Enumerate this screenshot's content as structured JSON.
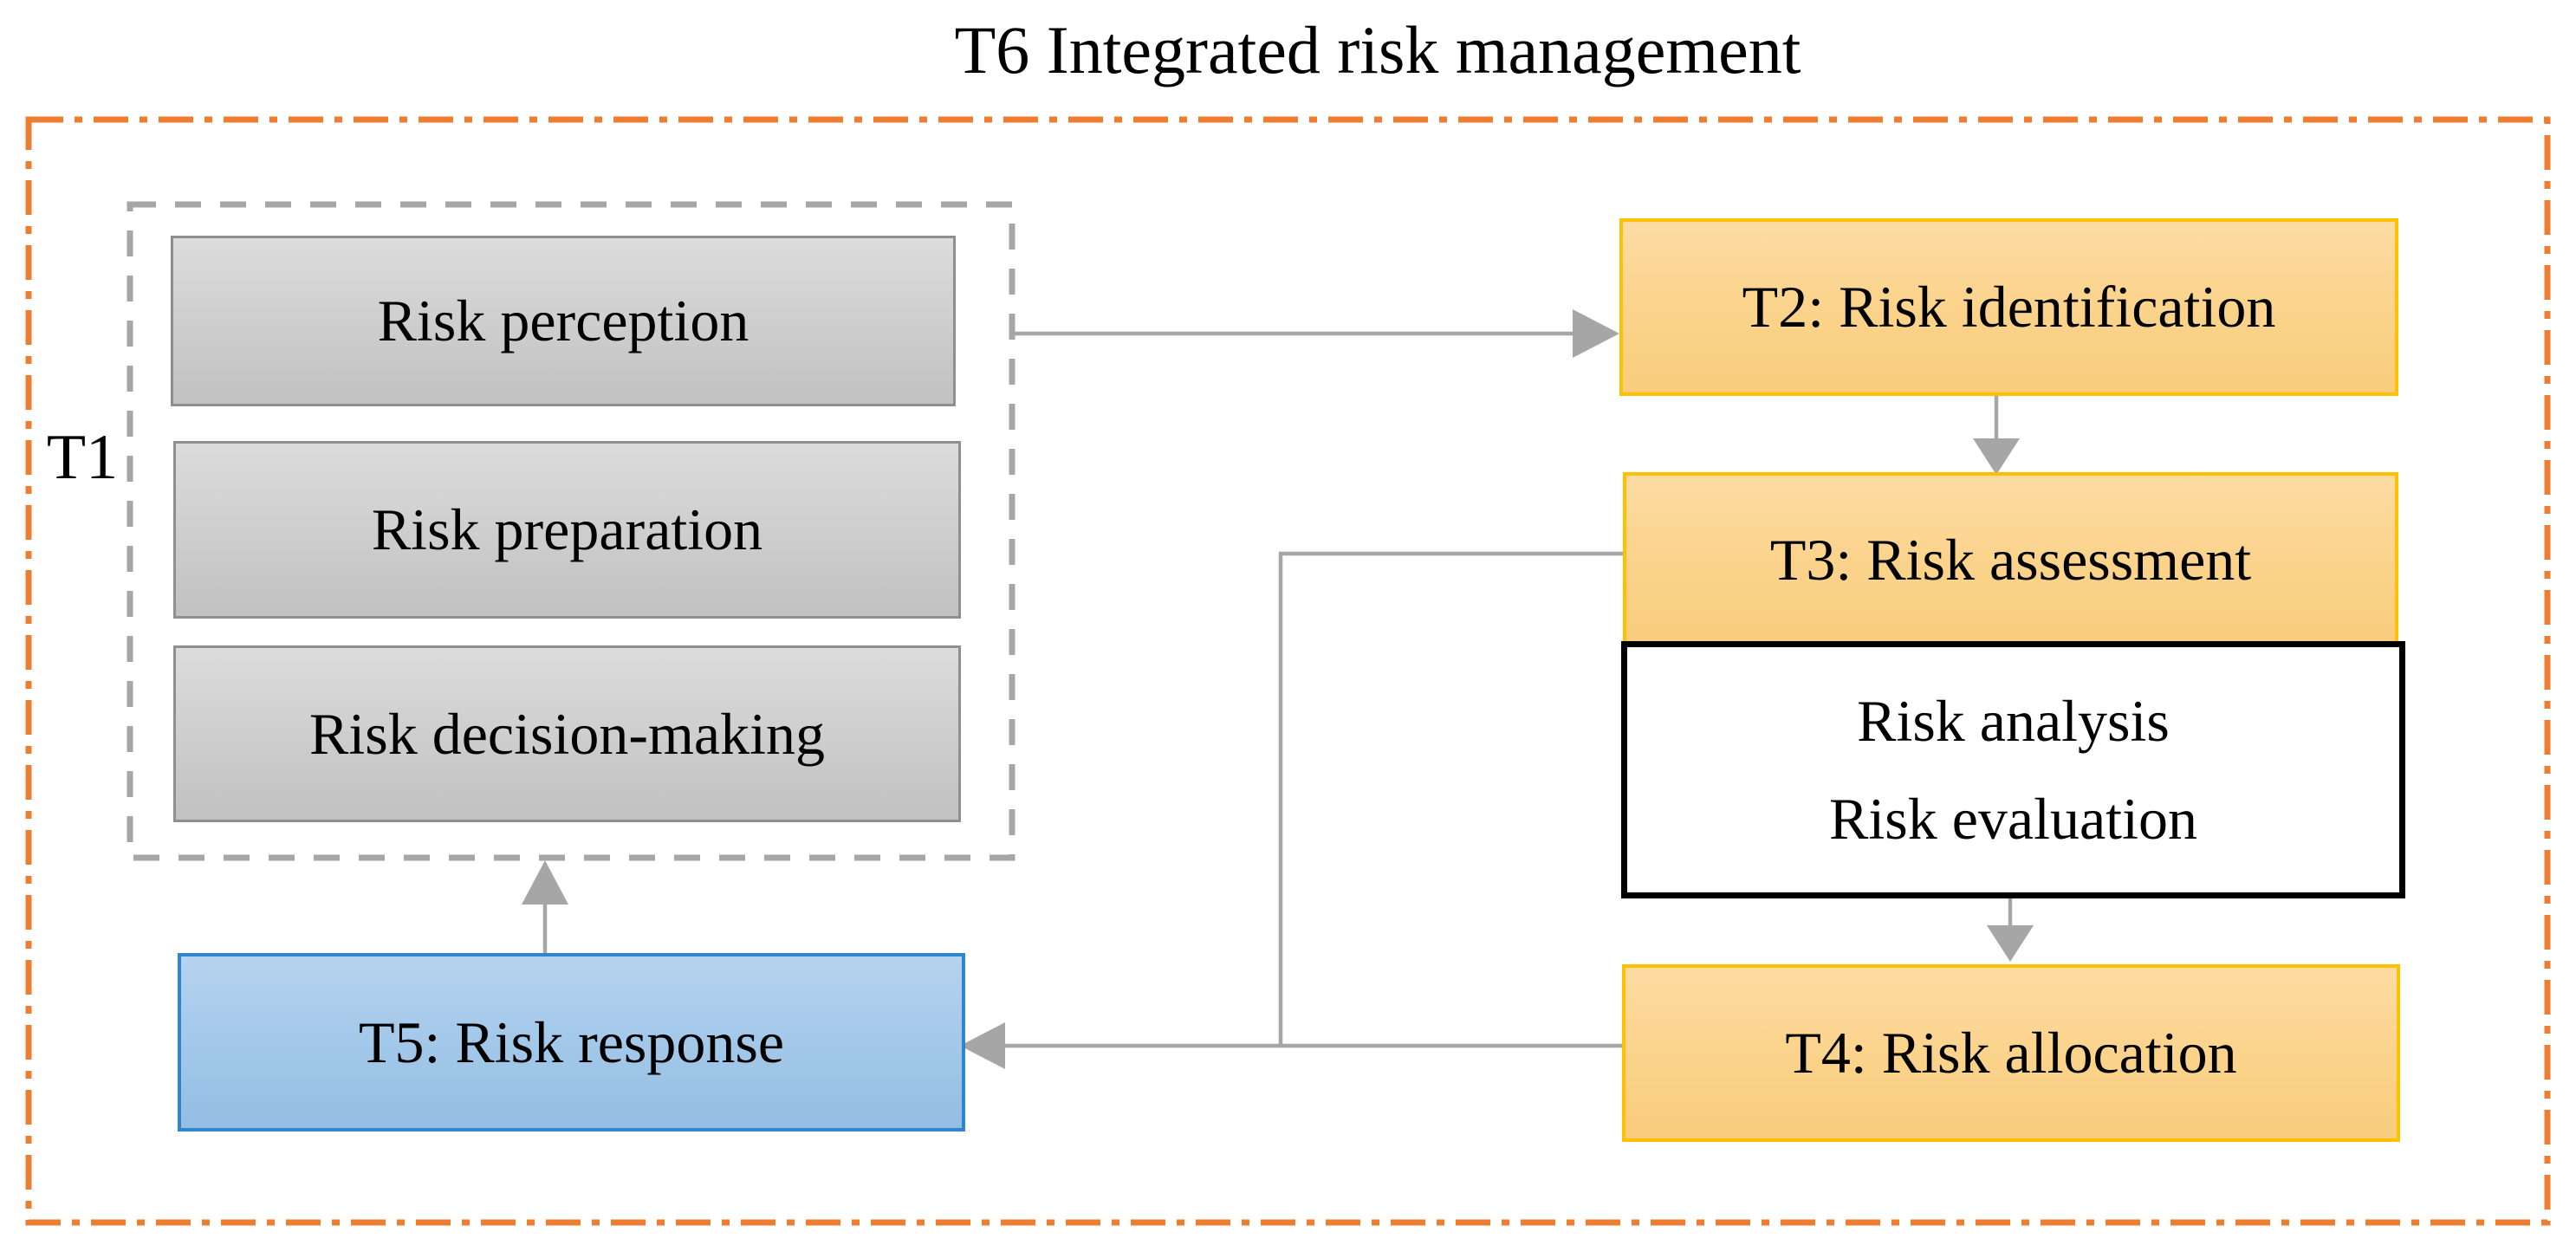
{
  "diagram": {
    "title": "T6 Integrated risk management",
    "t1_group": {
      "label": "T1",
      "items": [
        "Risk perception",
        "Risk preparation",
        "Risk decision-making"
      ]
    },
    "nodes": {
      "t2": "T2: Risk identification",
      "t3": "T3: Risk assessment",
      "assessment_details": [
        "Risk analysis",
        "Risk evaluation"
      ],
      "t4": "T4: Risk allocation",
      "t5": "T5: Risk response"
    },
    "colors": {
      "outer_border": "#ED7D31",
      "process_fill": "#FBD38C",
      "process_border": "#FFC000",
      "response_fill": "#9CC2E5",
      "response_border": "#2E86D1",
      "stage_fill": "#CFCFCF",
      "stage_border": "#8F8F8F",
      "detail_border": "#000000",
      "connector": "#A6A6A6",
      "text": "#000000"
    }
  }
}
